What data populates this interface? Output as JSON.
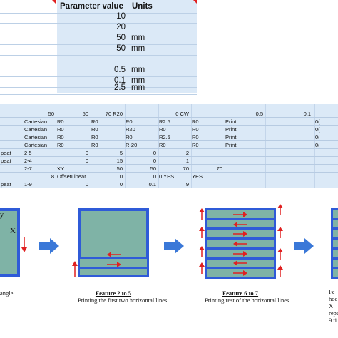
{
  "param_table": {
    "header": {
      "value": "Parameter value",
      "units": "Units"
    },
    "rows": [
      {
        "value": "10",
        "units": ""
      },
      {
        "value": "20",
        "units": ""
      },
      {
        "value": "50",
        "units": "mm"
      },
      {
        "value": "50",
        "units": "mm"
      },
      {
        "value": "",
        "units": ""
      },
      {
        "value": "0.5",
        "units": "mm"
      },
      {
        "value": "0.1",
        "units": "mm"
      },
      {
        "value": "2.5",
        "units": "mm"
      }
    ]
  },
  "sheet": {
    "rows": [
      [
        "",
        "50",
        "50",
        "70 R20",
        "",
        "0 CW",
        "",
        "0.5",
        "0.1",
        ""
      ],
      [
        "",
        "Cartesian",
        "R0",
        "R0",
        "R0",
        "R2.5",
        "R0",
        "Print",
        "",
        "0("
      ],
      [
        "",
        "Cartesian",
        "R0",
        "R0",
        "R20",
        "R0",
        "R0",
        "Print",
        "",
        "0("
      ],
      [
        "",
        "Cartesian",
        "R0",
        "R0",
        "R0",
        "R2.5",
        "R0",
        "Print",
        "",
        "0("
      ],
      [
        "",
        "Cartesian",
        "R0",
        "R0",
        "R-20",
        "R0",
        "R0",
        "Print",
        "",
        "0("
      ],
      [
        "peat",
        "2 5",
        "0",
        "5",
        "0",
        "2",
        "",
        "",
        "",
        ""
      ],
      [
        "peat",
        "2-4",
        "0",
        "15",
        "0",
        "1",
        "",
        "",
        "",
        ""
      ],
      [
        "",
        "2-7",
        "XY",
        "50",
        "50",
        "70",
        "70",
        "",
        "",
        ""
      ],
      [
        "",
        "8",
        "OffsetLinear",
        "0",
        "0",
        "0 YES",
        "YES",
        "",
        "",
        ""
      ],
      [
        "peat",
        "1-9",
        "0",
        "0",
        "0.1",
        "9",
        "",
        "",
        "",
        ""
      ]
    ]
  },
  "diagrams": {
    "axis_y": "y",
    "axis_x": "X",
    "feature1_caption": "angle",
    "feature2": {
      "title": "Feature 2 to 5",
      "subtitle": "Printing the first two horizontal lines"
    },
    "feature3": {
      "title": "Feature 6 to 7",
      "subtitle": "Printing rest of the horizontal lines"
    },
    "feature4_lines": [
      "Fe",
      "hoc",
      "X",
      "repe",
      "9 ti"
    ]
  },
  "colors": {
    "accent_blue": "#2f5bd8",
    "fill_teal": "#7fb3a6",
    "arrow_red": "#e02020",
    "sheet_bg": "#dbe9f7"
  }
}
